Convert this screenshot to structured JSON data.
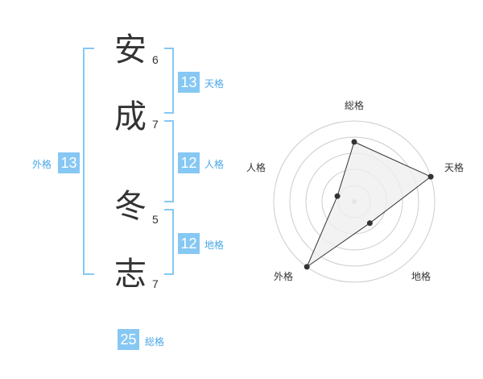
{
  "characters": [
    {
      "char": "安",
      "strokes": "6"
    },
    {
      "char": "成",
      "strokes": "7"
    },
    {
      "char": "冬",
      "strokes": "5"
    },
    {
      "char": "志",
      "strokes": "7"
    }
  ],
  "kaku": {
    "tenkaku": {
      "value": "13",
      "label": "天格"
    },
    "jinkaku": {
      "value": "12",
      "label": "人格"
    },
    "chikaku": {
      "value": "12",
      "label": "地格"
    },
    "gaikaku": {
      "value": "13",
      "label": "外格"
    },
    "soukaku": {
      "value": "25",
      "label": "総格"
    }
  },
  "radar": {
    "labels": {
      "top": "総格",
      "right": "天格",
      "bottom_right": "地格",
      "bottom_left": "外格",
      "left": "人格"
    },
    "scores": {
      "soukaku": 0.74,
      "tenkaku": 1.0,
      "chikaku": 0.33,
      "gaikaku": 1.0,
      "jinkaku": 0.22
    },
    "rings": 5,
    "colors": {
      "fill": "#efefef",
      "line": "#333333",
      "grid": "#cccccc",
      "center": "#bbbbbb"
    }
  },
  "colors": {
    "accent": "#86c8f3",
    "label": "#49a7e6",
    "bracket": "#86c8f3"
  }
}
